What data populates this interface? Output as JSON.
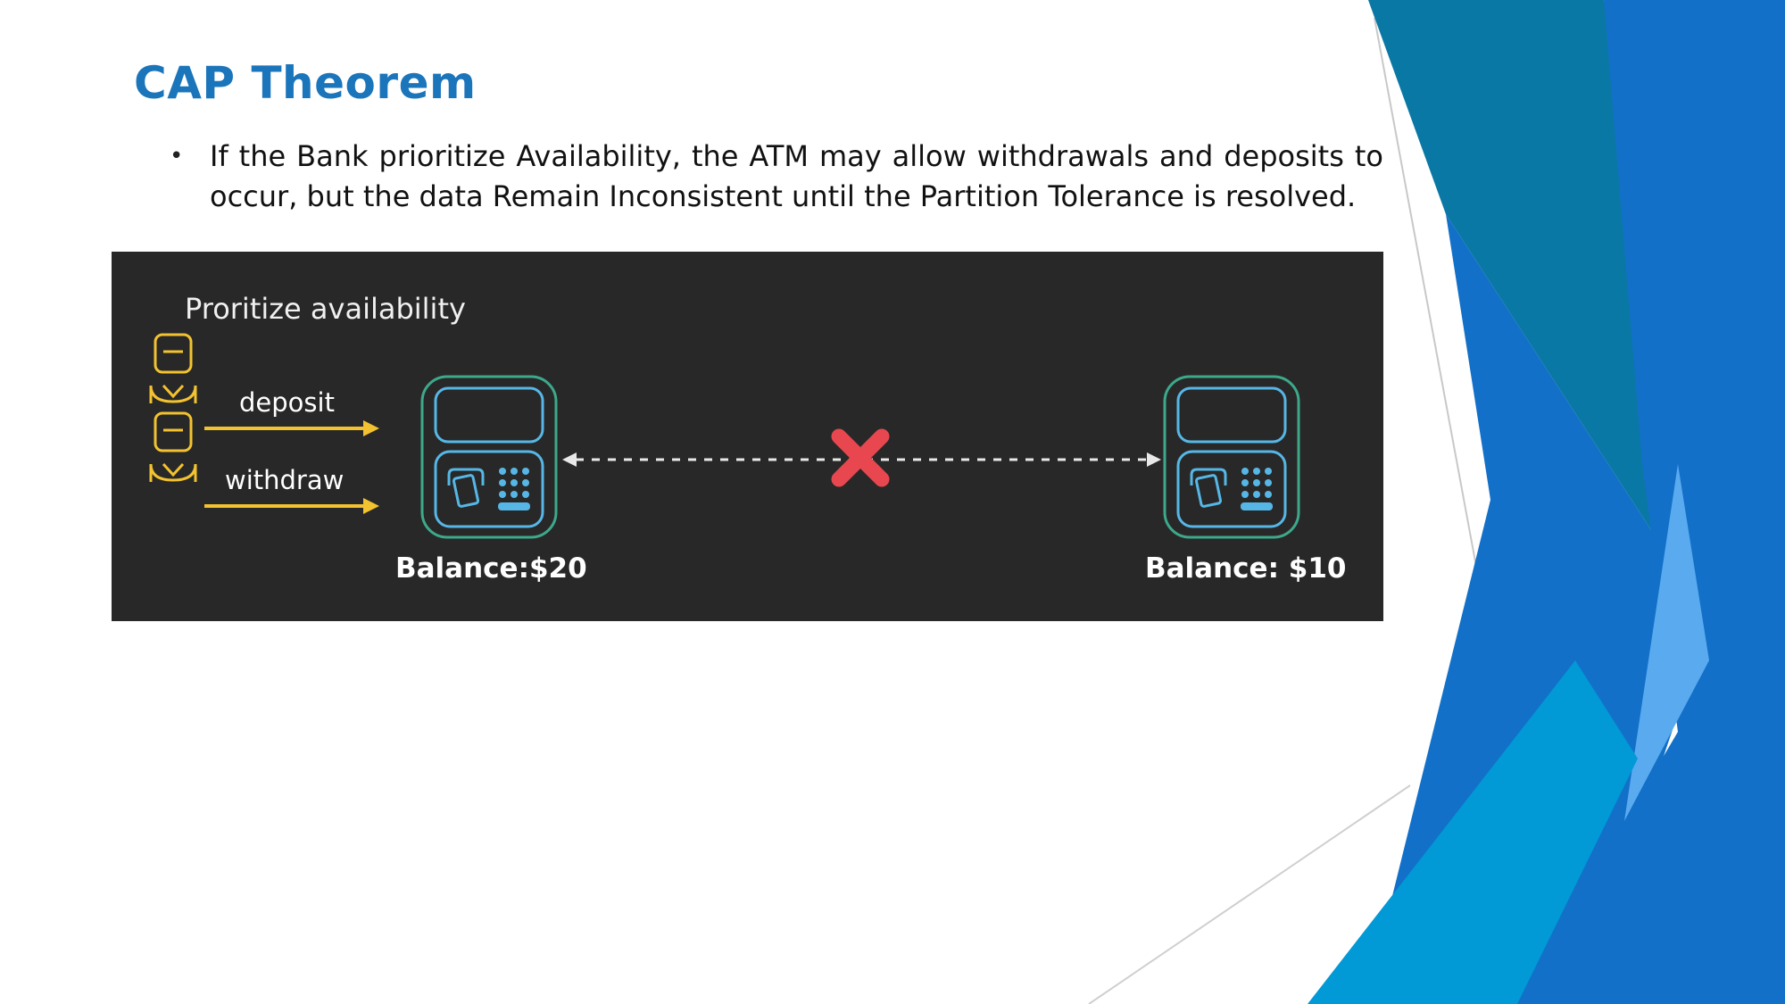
{
  "slide": {
    "title": "CAP Theorem",
    "bullet": "If the Bank prioritize Availability, the ATM may allow withdrawals and deposits to occur, but the data Remain Inconsistent until the Partition Tolerance is resolved."
  },
  "diagram": {
    "heading": "Proritize availability",
    "actions": [
      "deposit",
      "withdraw"
    ],
    "atm_left_balance": "Balance:$20",
    "atm_right_balance": "Balance: $10"
  },
  "colors": {
    "title_blue": "#1b75bb",
    "diagram_bg": "#282828",
    "arrow_yellow": "#f2c230",
    "atm_outline": "#3da88a",
    "atm_keys": "#56b7e6",
    "cross_red": "#e8474f",
    "deco_teal": "#0a78a4",
    "deco_blue": "#1270c8",
    "deco_cyan": "#0199d6",
    "deco_light": "#5aaaf0"
  }
}
